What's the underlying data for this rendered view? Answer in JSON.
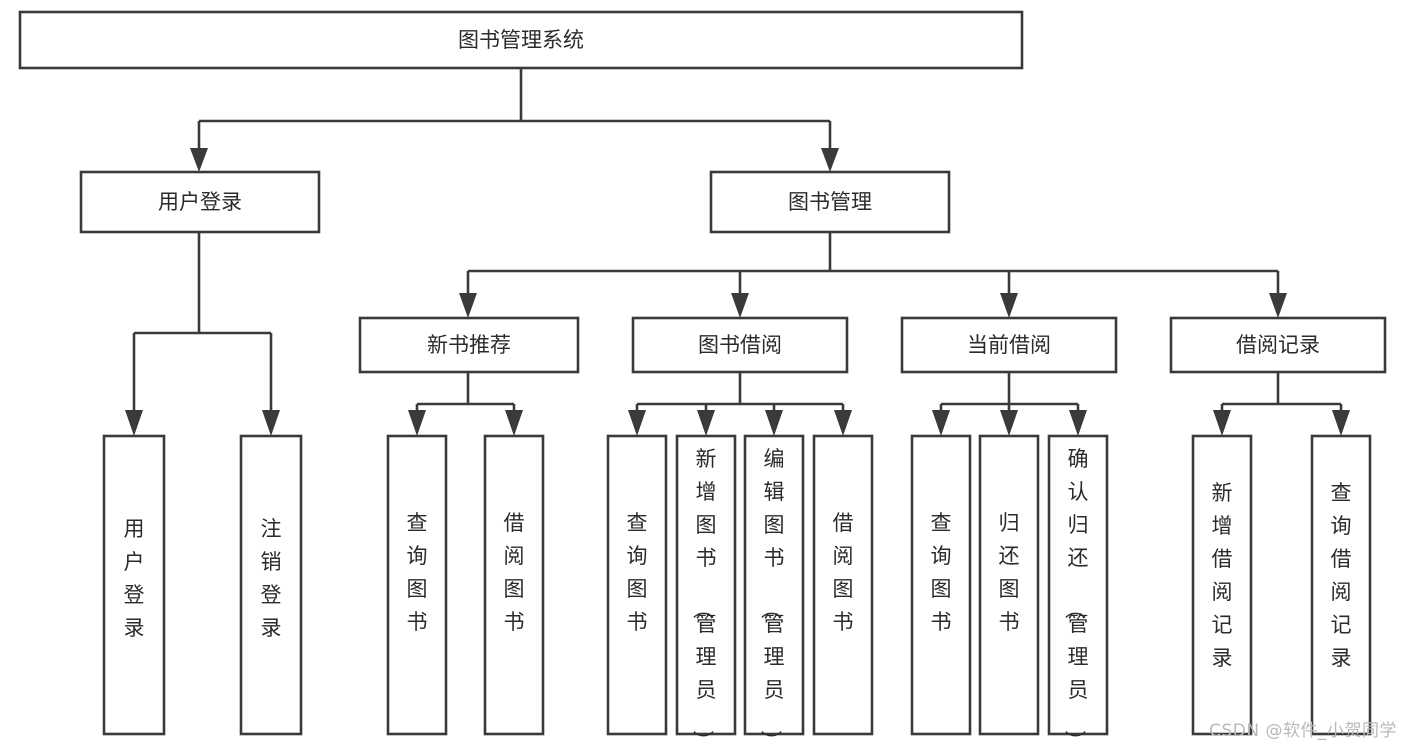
{
  "diagram": {
    "title": "图书管理系统",
    "type": "tree-hierarchy",
    "orientation": "top-down",
    "line_color": "#3a3a3a",
    "box_fill": "#ffffff",
    "text_color": "#2b2b2b",
    "levels": 4,
    "nodes": {
      "root": {
        "label": "图书管理系统"
      },
      "level2": [
        {
          "label": "用户登录"
        },
        {
          "label": "图书管理"
        }
      ],
      "level3": [
        {
          "label": "新书推荐"
        },
        {
          "label": "图书借阅"
        },
        {
          "label": "当前借阅"
        },
        {
          "label": "借阅记录"
        }
      ],
      "leaves_user_login": [
        {
          "label": "用户登录"
        },
        {
          "label": "注销登录"
        }
      ],
      "leaves_new_book": [
        {
          "label": "查询图书"
        },
        {
          "label": "借阅图书"
        }
      ],
      "leaves_book_borrow": [
        {
          "label": "查询图书"
        },
        {
          "label": "新增图书（管理员）"
        },
        {
          "label": "编辑图书（管理员）"
        },
        {
          "label": "借阅图书"
        }
      ],
      "leaves_current_borrow": [
        {
          "label": "查询图书"
        },
        {
          "label": "归还图书"
        },
        {
          "label": "确认归还（管理员）"
        }
      ],
      "leaves_borrow_record": [
        {
          "label": "新增借阅记录"
        },
        {
          "label": "查询借阅记录"
        }
      ]
    }
  },
  "watermark": {
    "text": "CSDN @软件_小贺同学"
  }
}
